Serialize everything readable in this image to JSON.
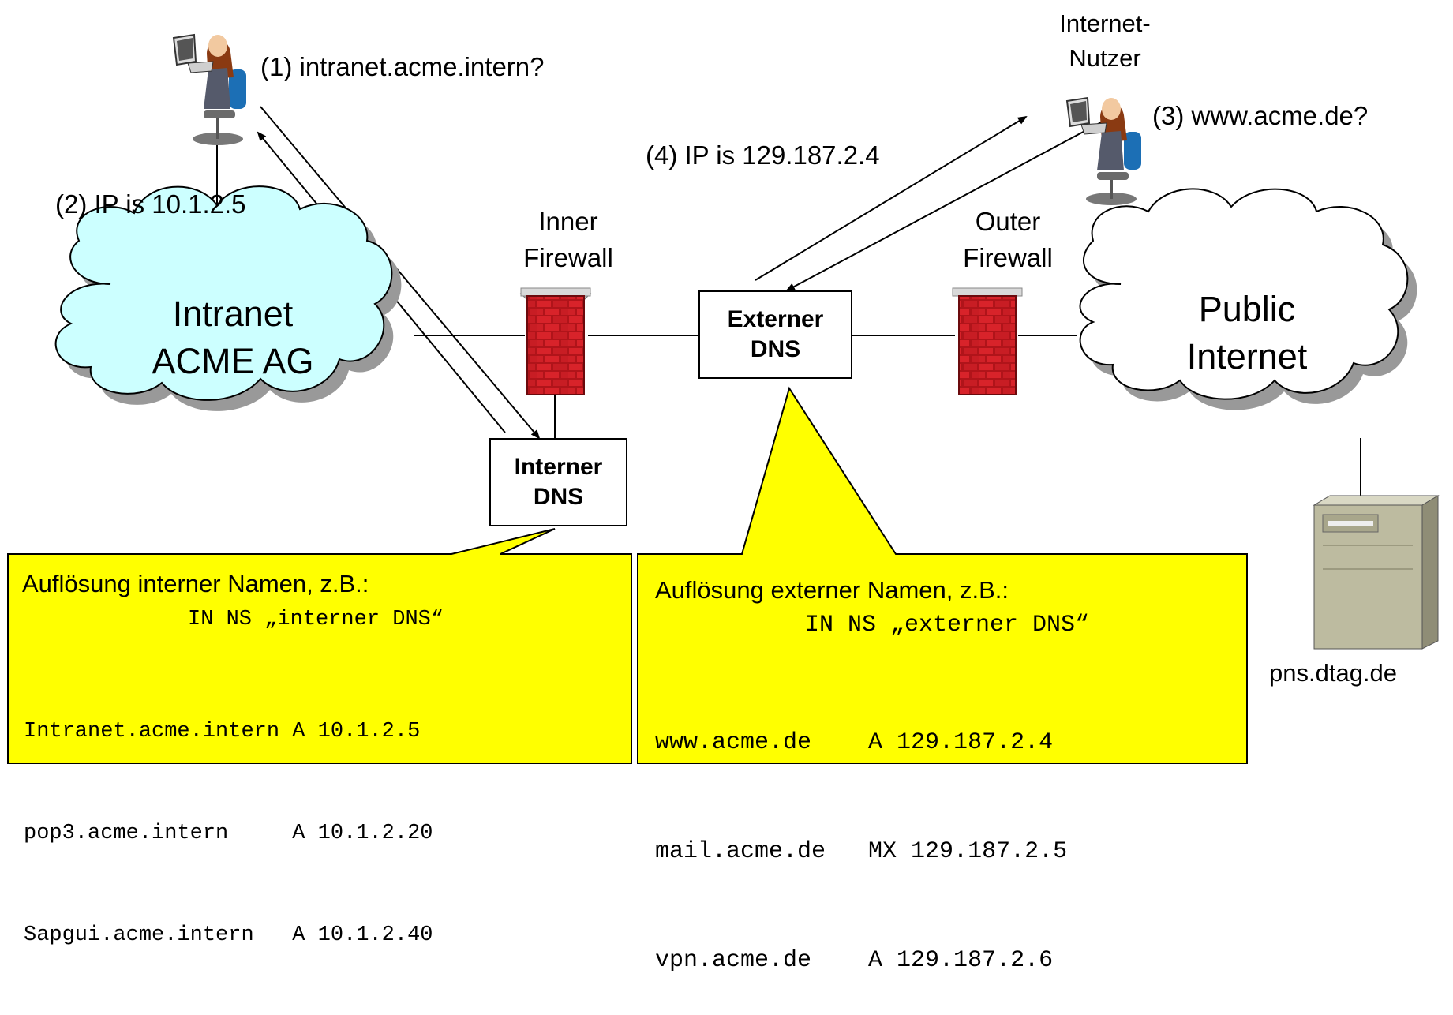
{
  "colors": {
    "cloud_intranet": "#ccffff",
    "cloud_public": "#ffffff",
    "callout": "#ffff00",
    "brick": "#c0171c",
    "server": "#bdbba0"
  },
  "steps": {
    "q1": "(1) intranet.acme.intern?",
    "a2": "(2) IP is 10.1.2.5",
    "q3": "(3) www.acme.de?",
    "a4": "(4) IP is 129.187.2.4"
  },
  "clouds": {
    "intranet": [
      "Intranet",
      "ACME AG"
    ],
    "public": [
      "Public",
      "Internet"
    ]
  },
  "firewalls": {
    "inner": [
      "Inner",
      "Firewall"
    ],
    "outer": [
      "Outer",
      "Firewall"
    ]
  },
  "dns": {
    "external": [
      "Externer",
      "DNS"
    ],
    "internal": [
      "Interner",
      "DNS"
    ]
  },
  "users": {
    "internet_user": [
      "Internet-",
      "Nutzer"
    ]
  },
  "server": {
    "label": "pns.dtag.de"
  },
  "callouts": {
    "internal": {
      "heading": "Auflösung interner Namen, z.B.:",
      "ns": "IN NS „interner DNS“",
      "records": [
        "Intranet.acme.intern A 10.1.2.5",
        "pop3.acme.intern     A 10.1.2.20",
        "Sapgui.acme.intern   A 10.1.2.40"
      ]
    },
    "external": {
      "heading": "Auflösung externer Namen, z.B.:",
      "ns": "IN NS „externer DNS“",
      "records": [
        "www.acme.de    A 129.187.2.4",
        "mail.acme.de   MX 129.187.2.5",
        "vpn.acme.de    A 129.187.2.6"
      ]
    }
  }
}
